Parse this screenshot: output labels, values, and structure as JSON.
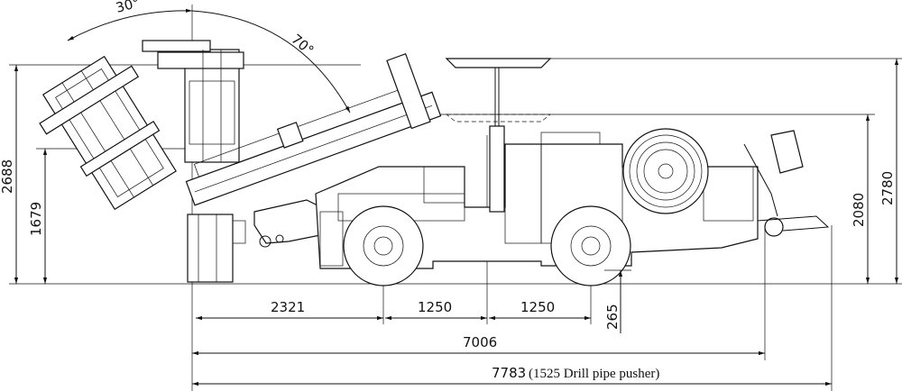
{
  "title": "Drill rig side elevation with dimensions",
  "angles": {
    "back_tilt": "30°",
    "forward_tilt": "70°"
  },
  "heights": {
    "boom_top_left": "2688",
    "boom_lower_left": "1679",
    "canopy_lowered": "2080",
    "canopy_raised": "2780",
    "ground_clearance": "265"
  },
  "lengths": {
    "front_overhang": "2321",
    "wheelbase_front_half": "1250",
    "wheelbase_rear_half": "1250",
    "overall": "7006",
    "overall_with_pusher": "7783",
    "overall_with_pusher_note": "(1525 Drill pipe pusher)"
  },
  "colors": {
    "line": "#111111",
    "background": "#ffffff"
  }
}
